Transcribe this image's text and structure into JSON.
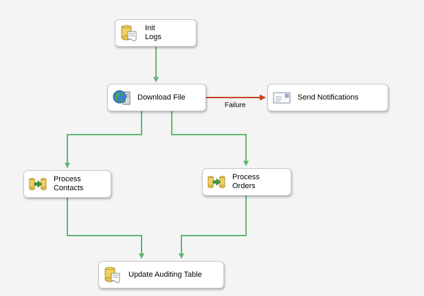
{
  "tasks": {
    "init_logs": {
      "label": "Init\nLogs",
      "icon": "database-script-icon"
    },
    "download_file": {
      "label": "Download File",
      "icon": "globe-server-icon"
    },
    "send_notifications": {
      "label": "Send Notifications",
      "icon": "mail-envelope-icon"
    },
    "process_contacts": {
      "label": "Process\nContacts",
      "icon": "data-flow-icon"
    },
    "process_orders": {
      "label": "Process\nOrders",
      "icon": "data-flow-icon"
    },
    "update_auditing": {
      "label": "Update Auditing Table",
      "icon": "database-script-icon"
    }
  },
  "constraints": {
    "failure_label": "Failure",
    "success_color": "#5db771",
    "failure_color": "#c0451c"
  }
}
